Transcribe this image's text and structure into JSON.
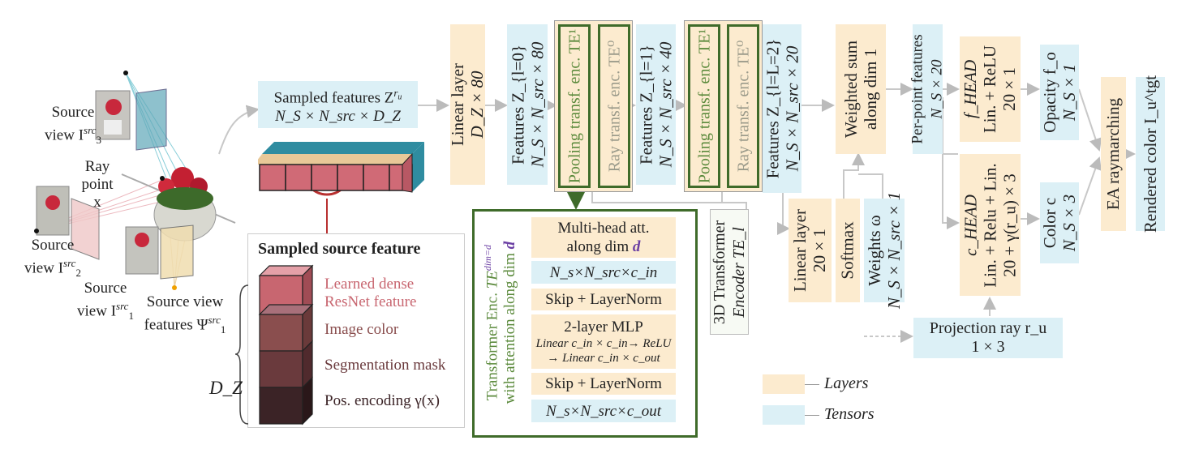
{
  "left_photo": {
    "source_view_3": "Source view I",
    "source_view_3_sup": "src",
    "source_view_3_sub": "3",
    "ray_point": "Ray point x",
    "source_view_2": "Source view I",
    "source_view_2_sup": "src",
    "source_view_2_sub": "2",
    "source_view_1": "Source view I",
    "source_view_1_sup": "src",
    "source_view_1_sub": "1",
    "source_view_features": "Source view features Ψ",
    "source_view_features_sup": "src",
    "source_view_features_sub": "1"
  },
  "sampled_features": {
    "title": "Sampled features Z",
    "title_sup": "r",
    "title_supsub": "u",
    "shape": "N_S × N_src × D_Z"
  },
  "feature_legend": {
    "title": "Sampled source feature",
    "dz_label": "D_Z",
    "items": [
      {
        "label": "Learned dense ResNet feature",
        "color": "#c86670"
      },
      {
        "label": "Image color",
        "color": "#8a4e4e"
      },
      {
        "label": "Segmentation mask",
        "color": "#6a3a3d"
      },
      {
        "label": "Pos. encoding γ(x)",
        "color": "#3b2326"
      }
    ]
  },
  "pipeline": {
    "linear_layer": {
      "line1": "Linear layer",
      "line2": "D_Z × 80"
    },
    "features_l0": {
      "line1": "Features Z_{l=0}",
      "line2": "N_S × N_src × 80"
    },
    "pooling_1": "Pooling transf. enc. TE¹",
    "ray_1": "Ray transf. enc. TE⁰",
    "features_l1": {
      "line1": "Features Z_{l=1}",
      "line2": "N_S × N_src × 40"
    },
    "pooling_2": "Pooling transf. enc. TE¹",
    "ray_2": "Ray transf. enc. TE⁰",
    "features_l2": {
      "line1": "Features Z_{l=L=2}",
      "line2": "N_S × N_src × 20"
    },
    "weighted_sum": {
      "line1": "Weighted sum",
      "line2": "along dim 1"
    },
    "per_point": {
      "line1": "Per-point features",
      "line2": "N_S × 20"
    },
    "f_head": {
      "line1": "f_HEAD",
      "line2": "Lin. + ReLU",
      "line3": "20 × 1"
    },
    "opacity": {
      "line1": "Opacity f_o",
      "line2": "N_S × 1"
    },
    "ea_raymarching": "EA raymarching",
    "rendered_color": "Rendered color I_u^tgt",
    "transformer_3d": {
      "line1": "3D Transformer",
      "line2": "Encoder TE_l"
    },
    "linear_20": {
      "line1": "Linear layer",
      "line2": "20 × 1"
    },
    "softmax": "Softmax",
    "weights": {
      "line1": "Weights ω",
      "line2": "N_S × N_src × 1"
    },
    "c_head": {
      "line1": "c_HEAD",
      "line2": "Lin. + Relu + Lin.",
      "line3": "20 + γ(r_u) × 3"
    },
    "color": {
      "line1": "Color c",
      "line2": "N_S × 3"
    },
    "projection_ray": {
      "line1": "Projection ray  r_u",
      "line2": "1 × 3"
    }
  },
  "transformer_detail": {
    "side_label_1": "Transformer Enc.",
    "side_label_te": "TE",
    "side_label_sup": "dim=d",
    "side_label_2": "with attention along dim",
    "side_label_d": "d",
    "mha": {
      "line1": "Multi-head att.",
      "line2": "along dim",
      "dim": "d"
    },
    "tensor_in": "N_s×N_src×c_in",
    "skip1": "Skip + LayerNorm",
    "mlp": {
      "line1": "2-layer MLP",
      "line2": "Linear c_in × c_in→ ReLU",
      "line3": "→ Linear c_in × c_out"
    },
    "skip2": "Skip + LayerNorm",
    "tensor_out": "N_s×N_src×c_out"
  },
  "legend": {
    "layers": "Layers",
    "tensors": "Tensors",
    "layer_color": "#fcebcf",
    "tensor_color": "#dcf0f6"
  }
}
